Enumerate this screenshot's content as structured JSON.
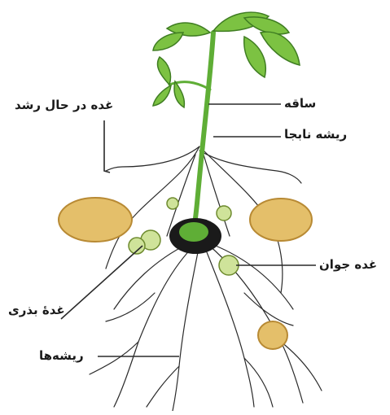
{
  "labels": {
    "growing_tuber": "غده در حال رشد",
    "stem": "ساقه",
    "adventitious_root": "ریشه نابجا",
    "young_tuber": "غده جوان",
    "seed_tuber": "غدهٔ بذری",
    "roots": "ریشه‌ها"
  },
  "colors": {
    "leaf": "#7cc242",
    "leaf_dark": "#3f7d22",
    "stem": "#5fae36",
    "tuber": "#e4bf6a",
    "tuber_dark": "#b88a34",
    "young_tuber": "#cfe39a",
    "seed_tuber": "#1a1a1a",
    "root": "#2a2a2a"
  }
}
